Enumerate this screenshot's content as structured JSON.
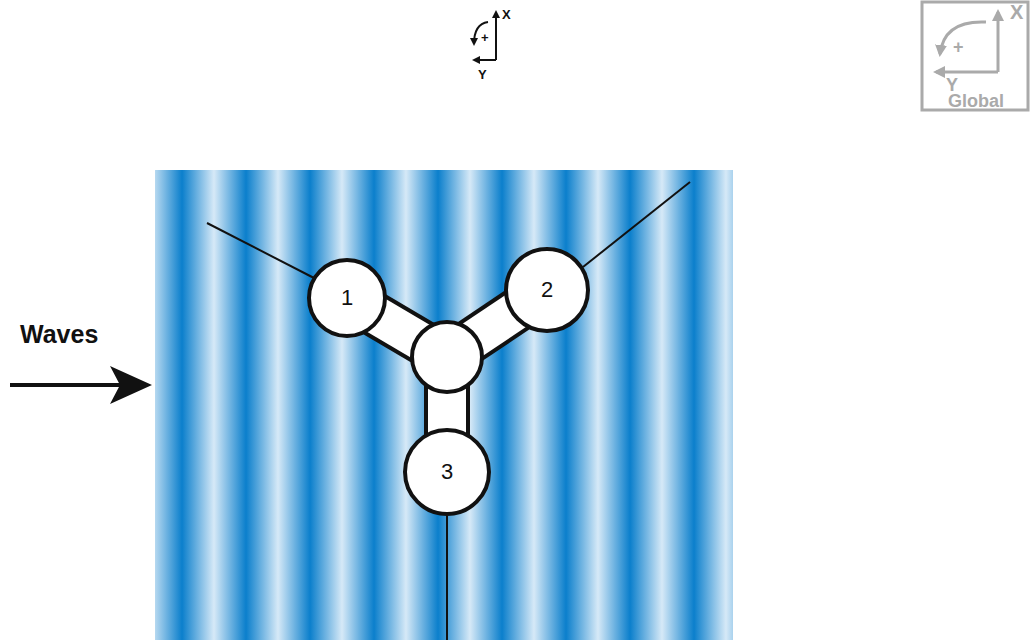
{
  "diagram": {
    "nodes": [
      {
        "text": [
          "1"
        ]
      },
      {
        "text": [
          "2"
        ]
      },
      {
        "text": [
          "3"
        ]
      }
    ],
    "labels": [
      "X",
      "Y",
      "+",
      "X",
      "Y",
      "+",
      "Global",
      "Waves"
    ]
  }
}
